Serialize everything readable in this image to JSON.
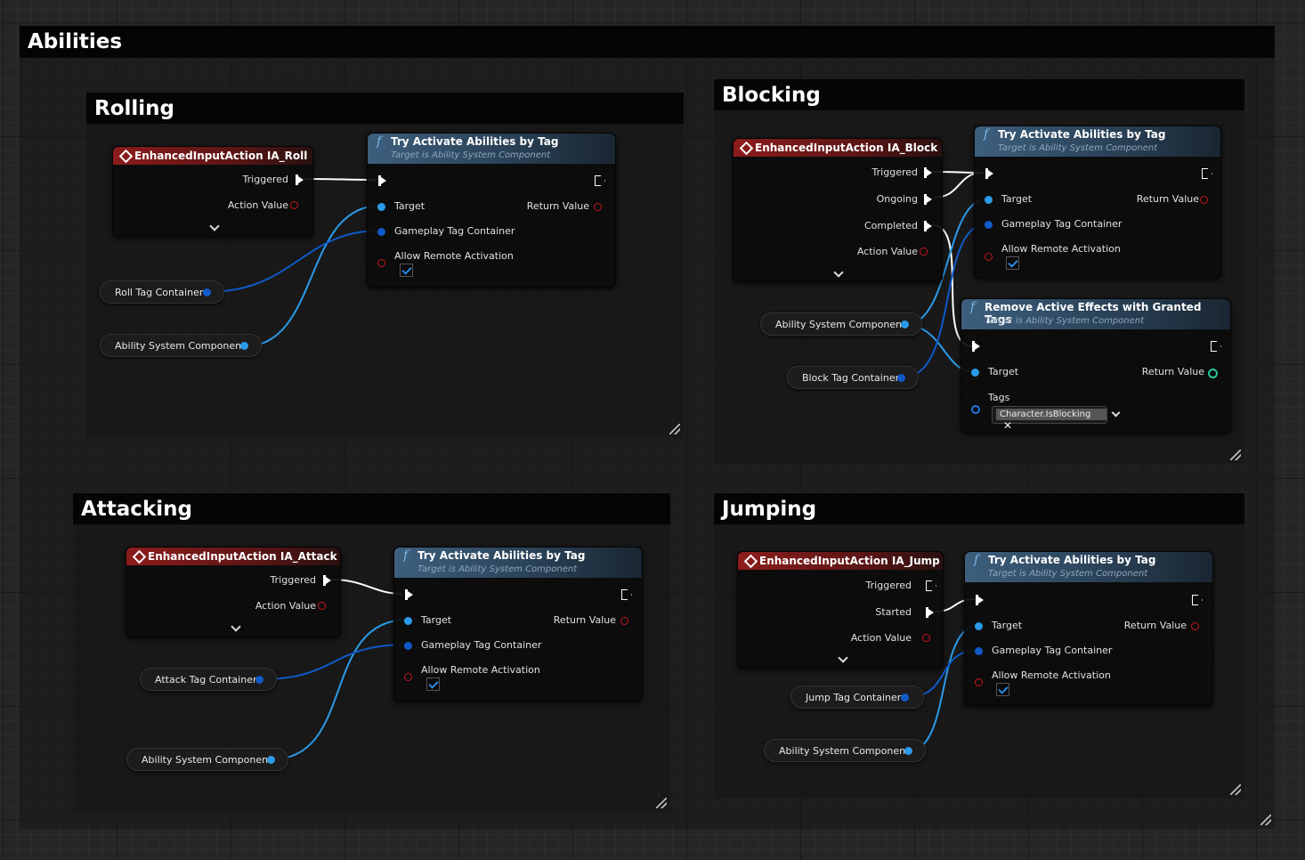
{
  "main_comment": {
    "title": "Abilities"
  },
  "sections": {
    "rolling": {
      "title": "Rolling",
      "event": {
        "title": "EnhancedInputAction IA_Roll",
        "pins": [
          "Triggered",
          "Action Value"
        ]
      },
      "function": {
        "title": "Try Activate Abilities by Tag",
        "subtitle": "Target is Ability System Component",
        "inputs": [
          "Target",
          "Gameplay Tag Container",
          "Allow Remote Activation"
        ],
        "output": "Return Value"
      },
      "variables": [
        "Roll Tag Container",
        "Ability System Component"
      ]
    },
    "blocking": {
      "title": "Blocking",
      "event": {
        "title": "EnhancedInputAction IA_Block",
        "pins": [
          "Triggered",
          "Ongoing",
          "Completed",
          "Action Value"
        ]
      },
      "function": {
        "title": "Try Activate Abilities by Tag",
        "subtitle": "Target is Ability System Component",
        "inputs": [
          "Target",
          "Gameplay Tag Container",
          "Allow Remote Activation"
        ],
        "output": "Return Value"
      },
      "function2": {
        "title": "Remove Active Effects with Granted Tags",
        "subtitle": "Target is Ability System Component",
        "inputs": [
          "Target",
          "Tags"
        ],
        "output": "Return Value",
        "tag_value": "Character.IsBlocking"
      },
      "variables": [
        "Ability System Component",
        "Block Tag Container"
      ]
    },
    "attacking": {
      "title": "Attacking",
      "event": {
        "title": "EnhancedInputAction IA_Attack",
        "pins": [
          "Triggered",
          "Action Value"
        ]
      },
      "function": {
        "title": "Try Activate Abilities by Tag",
        "subtitle": "Target is Ability System Component",
        "inputs": [
          "Target",
          "Gameplay Tag Container",
          "Allow Remote Activation"
        ],
        "output": "Return Value"
      },
      "variables": [
        "Attack Tag Container",
        "Ability System Component"
      ]
    },
    "jumping": {
      "title": "Jumping",
      "event": {
        "title": "EnhancedInputAction IA_Jump",
        "pins": [
          "Triggered",
          "Started",
          "Action Value"
        ]
      },
      "function": {
        "title": "Try Activate Abilities by Tag",
        "subtitle": "Target is Ability System Component",
        "inputs": [
          "Target",
          "Gameplay Tag Container",
          "Allow Remote Activation"
        ],
        "output": "Return Value"
      },
      "variables": [
        "Jump Tag Container",
        "Ability System Component"
      ]
    }
  },
  "colors": {
    "event_red": "#8c1c1c",
    "function_blue": "#3d5f7d",
    "object_pin": "#2b9ae8",
    "struct_pin": "#0f5ac8",
    "bool_pin": "#c8161a"
  }
}
